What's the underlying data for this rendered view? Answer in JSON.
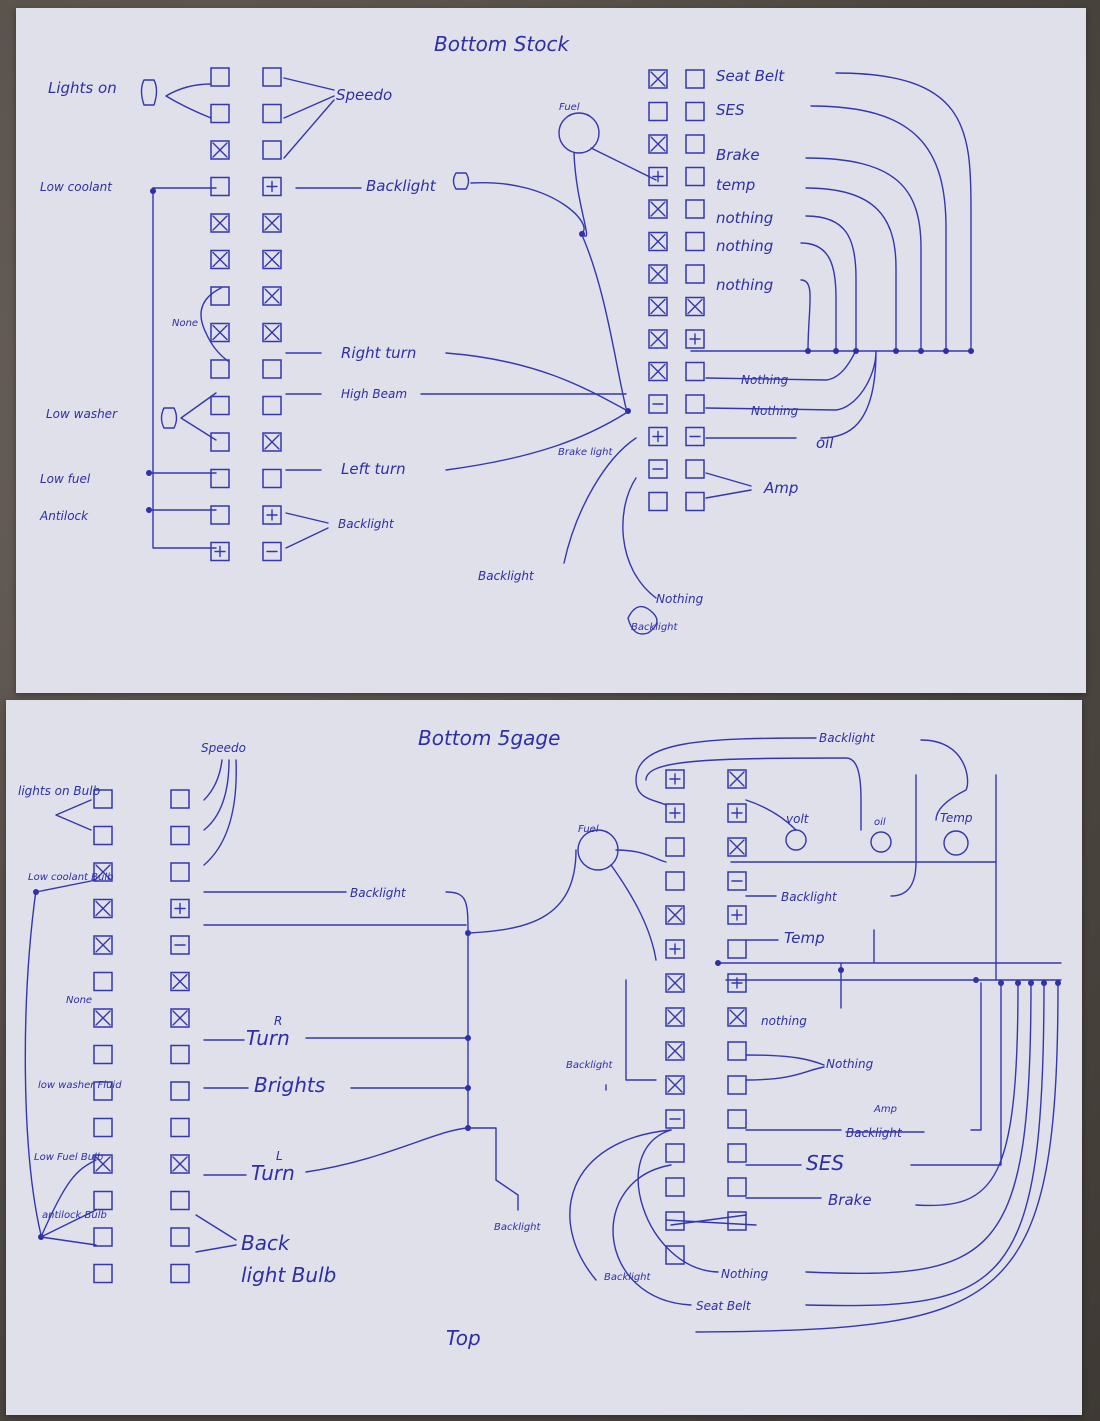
{
  "top_sheet": {
    "title": "Bottom Stock",
    "labels": {
      "lights_on": "Lights on",
      "speedo": "Speedo",
      "low_coolant": "Low coolant",
      "backlight": "Backlight",
      "none": "None",
      "right_turn": "Right turn",
      "high_beam": "High Beam",
      "low_washer": "Low washer",
      "low_fuel": "Low fuel",
      "left_turn": "Left turn",
      "antilock": "Antilock",
      "fuel": "Fuel",
      "seat_belt": "Seat Belt",
      "ses": "SES",
      "brake": "Brake",
      "temp": "temp",
      "nothing_1": "nothing",
      "nothing_2": "nothing",
      "nothing_3": "nothing",
      "nothing_4": "Nothing",
      "nothing_5": "Nothing",
      "oil": "oil",
      "brake_light": "Brake light",
      "amp": "Amp",
      "nothing_6": "Nothing",
      "backlight_crossed": "Backlight"
    }
  },
  "bottom_sheet": {
    "title": "Bottom 5gage",
    "footer": "Top",
    "labels": {
      "speedo": "Speedo",
      "lights_on_bulb": "lights on Bulb",
      "low_coolant_bulb": "Low coolant Bulb",
      "backlight": "Backlight",
      "none": "None",
      "rturn": "Turn",
      "rturn_sup": "R",
      "brights": "Brights",
      "low_washer_fluid": "low washer Fluid",
      "low_fuel_bulb": "Low Fuel Bulb",
      "lturn": "Turn",
      "lturn_sup": "L",
      "antilock_bulb": "antilock Bulb",
      "backlight_bulb_1": "Back",
      "backlight_bulb_2": "light Bulb",
      "fuel": "Fuel",
      "volt": "volt",
      "oil": "oil",
      "temp": "Temp",
      "temp_right": "Temp",
      "nothing_1": "nothing",
      "nothing_2": "Nothing",
      "amp": "Amp",
      "backlight_struck": "Backlight",
      "ses": "SES",
      "brake": "Brake",
      "nothing_3": "Nothing",
      "seat_belt": "Seat Belt",
      "backlight_bottom": "Backlight"
    }
  }
}
